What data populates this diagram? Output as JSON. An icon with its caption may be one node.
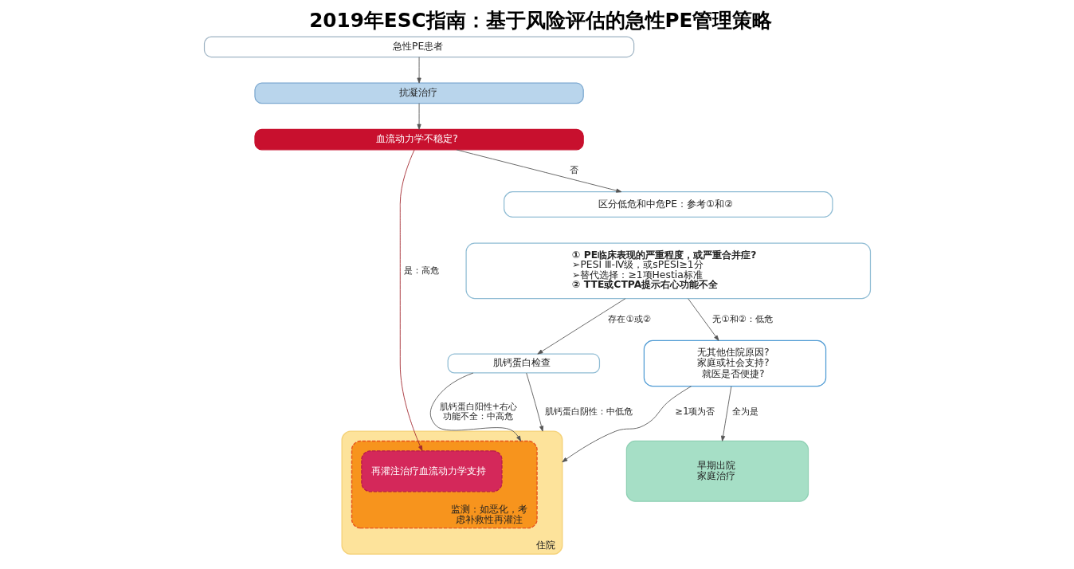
{
  "diagram": {
    "title": "2019年ESC指南：基于风险评估的急性PE管理策略",
    "nodes": [
      {
        "text": [
          "急性PE患者"
        ]
      },
      {
        "text": [
          "抗凝治疗"
        ]
      },
      {
        "text": [
          "血流动力学不稳定?"
        ]
      },
      {
        "text": [
          "区分低危和中危PE：参考①和②"
        ]
      },
      {
        "text": [
          "① PE临床表现的严重程度，或严重合并症?",
          "➢PESI Ⅲ-Ⅳ级，或sPESI≥1分",
          "➢替代选择：≥1项Hestia标准",
          "② TTE或CTPA提示右心功能不全"
        ]
      },
      {
        "text": [
          "肌钙蛋白检查"
        ]
      },
      {
        "text": [
          "无其他住院原因?家庭或社会支持?就医是否便捷?"
        ]
      },
      {
        "text": [
          "住院"
        ]
      },
      {
        "text": [
          "监测：如恶化，考虑补救性再灌注"
        ],
        "in": 7
      },
      {
        "text": [
          "再灌注治疗血流动力学支持"
        ],
        "in": 8
      },
      {
        "text": [
          "早期出院家庭治疗"
        ]
      }
    ],
    "edges": [
      {
        "from": 0,
        "to": 1,
        "arrow": "to"
      },
      {
        "from": 1,
        "to": 2,
        "arrow": "to"
      },
      {
        "from": 2,
        "to": 3,
        "arrow": "to",
        "label": "否"
      },
      {
        "from": 2,
        "to": 9,
        "arrow": "to",
        "label": "是：高危",
        "color": "#a3282f"
      },
      {
        "from": 4,
        "to": 5,
        "arrow": "to",
        "label": "存在①或②"
      },
      {
        "from": 4,
        "to": 6,
        "arrow": "to",
        "label": "无①和②：低危"
      },
      {
        "from": 5,
        "to": 8,
        "arrow": "to",
        "label": "肌钙蛋白阳性+右心功能不全：中高危"
      },
      {
        "from": 5,
        "to": 7,
        "arrow": "to",
        "label": "肌钙蛋白阴性：中低危"
      },
      {
        "from": 6,
        "to": 7,
        "arrow": "to",
        "label": "≥1项为否"
      },
      {
        "from": 6,
        "to": 10,
        "arrow": "to",
        "label": "全为是"
      }
    ]
  }
}
